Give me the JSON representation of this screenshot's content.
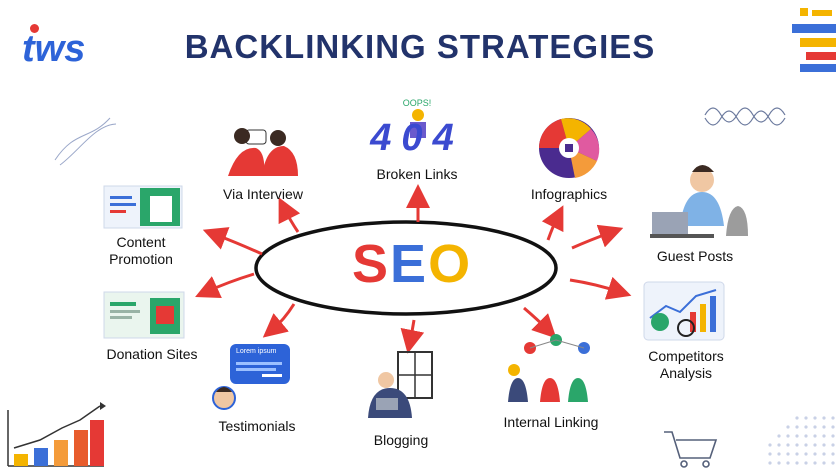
{
  "brand": {
    "logo_text": "tws"
  },
  "title": "BACKLINKING STRATEGIES",
  "center": {
    "letters": [
      "S",
      "E",
      "O"
    ],
    "colors": [
      "#e53935",
      "#3b6fd8",
      "#f4b400"
    ]
  },
  "oops_text": "OOPS!",
  "error_digits": "404",
  "strategies": [
    {
      "label": "Via Interview"
    },
    {
      "label": "Broken Links"
    },
    {
      "label": "Infographics"
    },
    {
      "label": "Content\nPromotion"
    },
    {
      "label": "Guest Posts"
    },
    {
      "label": "Donation Sites"
    },
    {
      "label": "Competitors\nAnalysis"
    },
    {
      "label": "Testimonials"
    },
    {
      "label": "Blogging"
    },
    {
      "label": "Internal Linking"
    }
  ],
  "testimonial_card": {
    "heading": "Lorem ipsum"
  },
  "colors": {
    "title": "#22336b",
    "arrow": "#e53935",
    "accent_blue": "#2d63d8"
  }
}
